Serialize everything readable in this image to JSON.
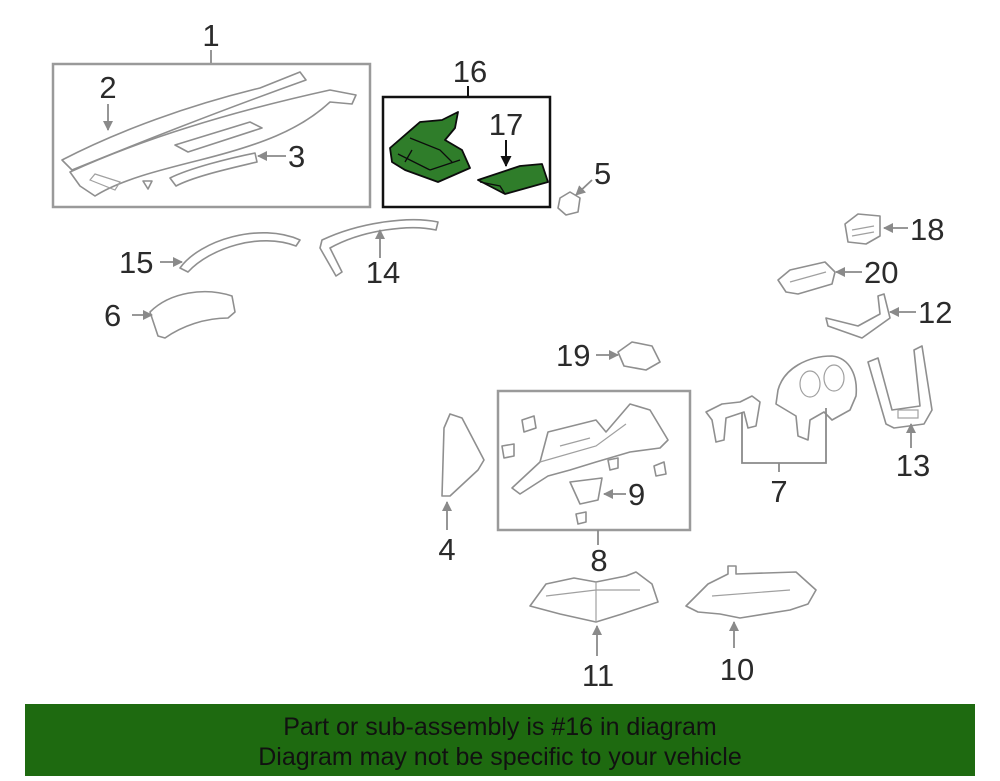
{
  "diagram": {
    "callouts": {
      "c1": "1",
      "c2": "2",
      "c3": "3",
      "c4": "4",
      "c5": "5",
      "c6": "6",
      "c7": "7",
      "c8": "8",
      "c9": "9",
      "c10": "10",
      "c11": "11",
      "c12": "12",
      "c13": "13",
      "c14": "14",
      "c15": "15",
      "c16": "16",
      "c17": "17",
      "c18": "18",
      "c19": "19",
      "c20": "20"
    },
    "highlight_color": "#2f7d2a",
    "part_line_color": "#8f8f8f"
  },
  "banner": {
    "line1": "Part or sub-assembly is #16 in diagram",
    "line2": "Diagram may not be specific to your vehicle",
    "background": "#1e6a10"
  }
}
